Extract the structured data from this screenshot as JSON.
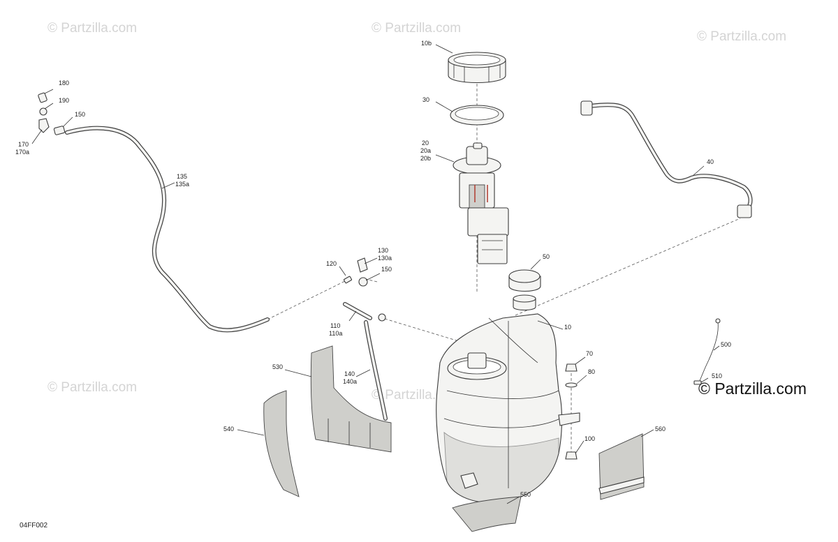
{
  "watermark": "© Partzilla.com",
  "brand_mark": "© Partzilla.com",
  "diagram_code": "04FF002",
  "labels": {
    "l10b": "10b",
    "l30": "30",
    "l20": "20",
    "l20a": "20a",
    "l20b": "20b",
    "l180": "180",
    "l190": "190",
    "l150a": "150",
    "l170": "170",
    "l170a": "170a",
    "l135": "135",
    "l135a": "135a",
    "l40": "40",
    "l50": "50",
    "l120": "120",
    "l130": "130",
    "l130a": "130a",
    "l150b": "150",
    "l110": "110",
    "l110a": "110a",
    "l10": "10",
    "l500": "500",
    "l70": "70",
    "l80": "80",
    "l510": "510",
    "l530": "530",
    "l140": "140",
    "l140a": "140a",
    "l540": "540",
    "l100": "100",
    "l560": "560",
    "l550": "550"
  }
}
